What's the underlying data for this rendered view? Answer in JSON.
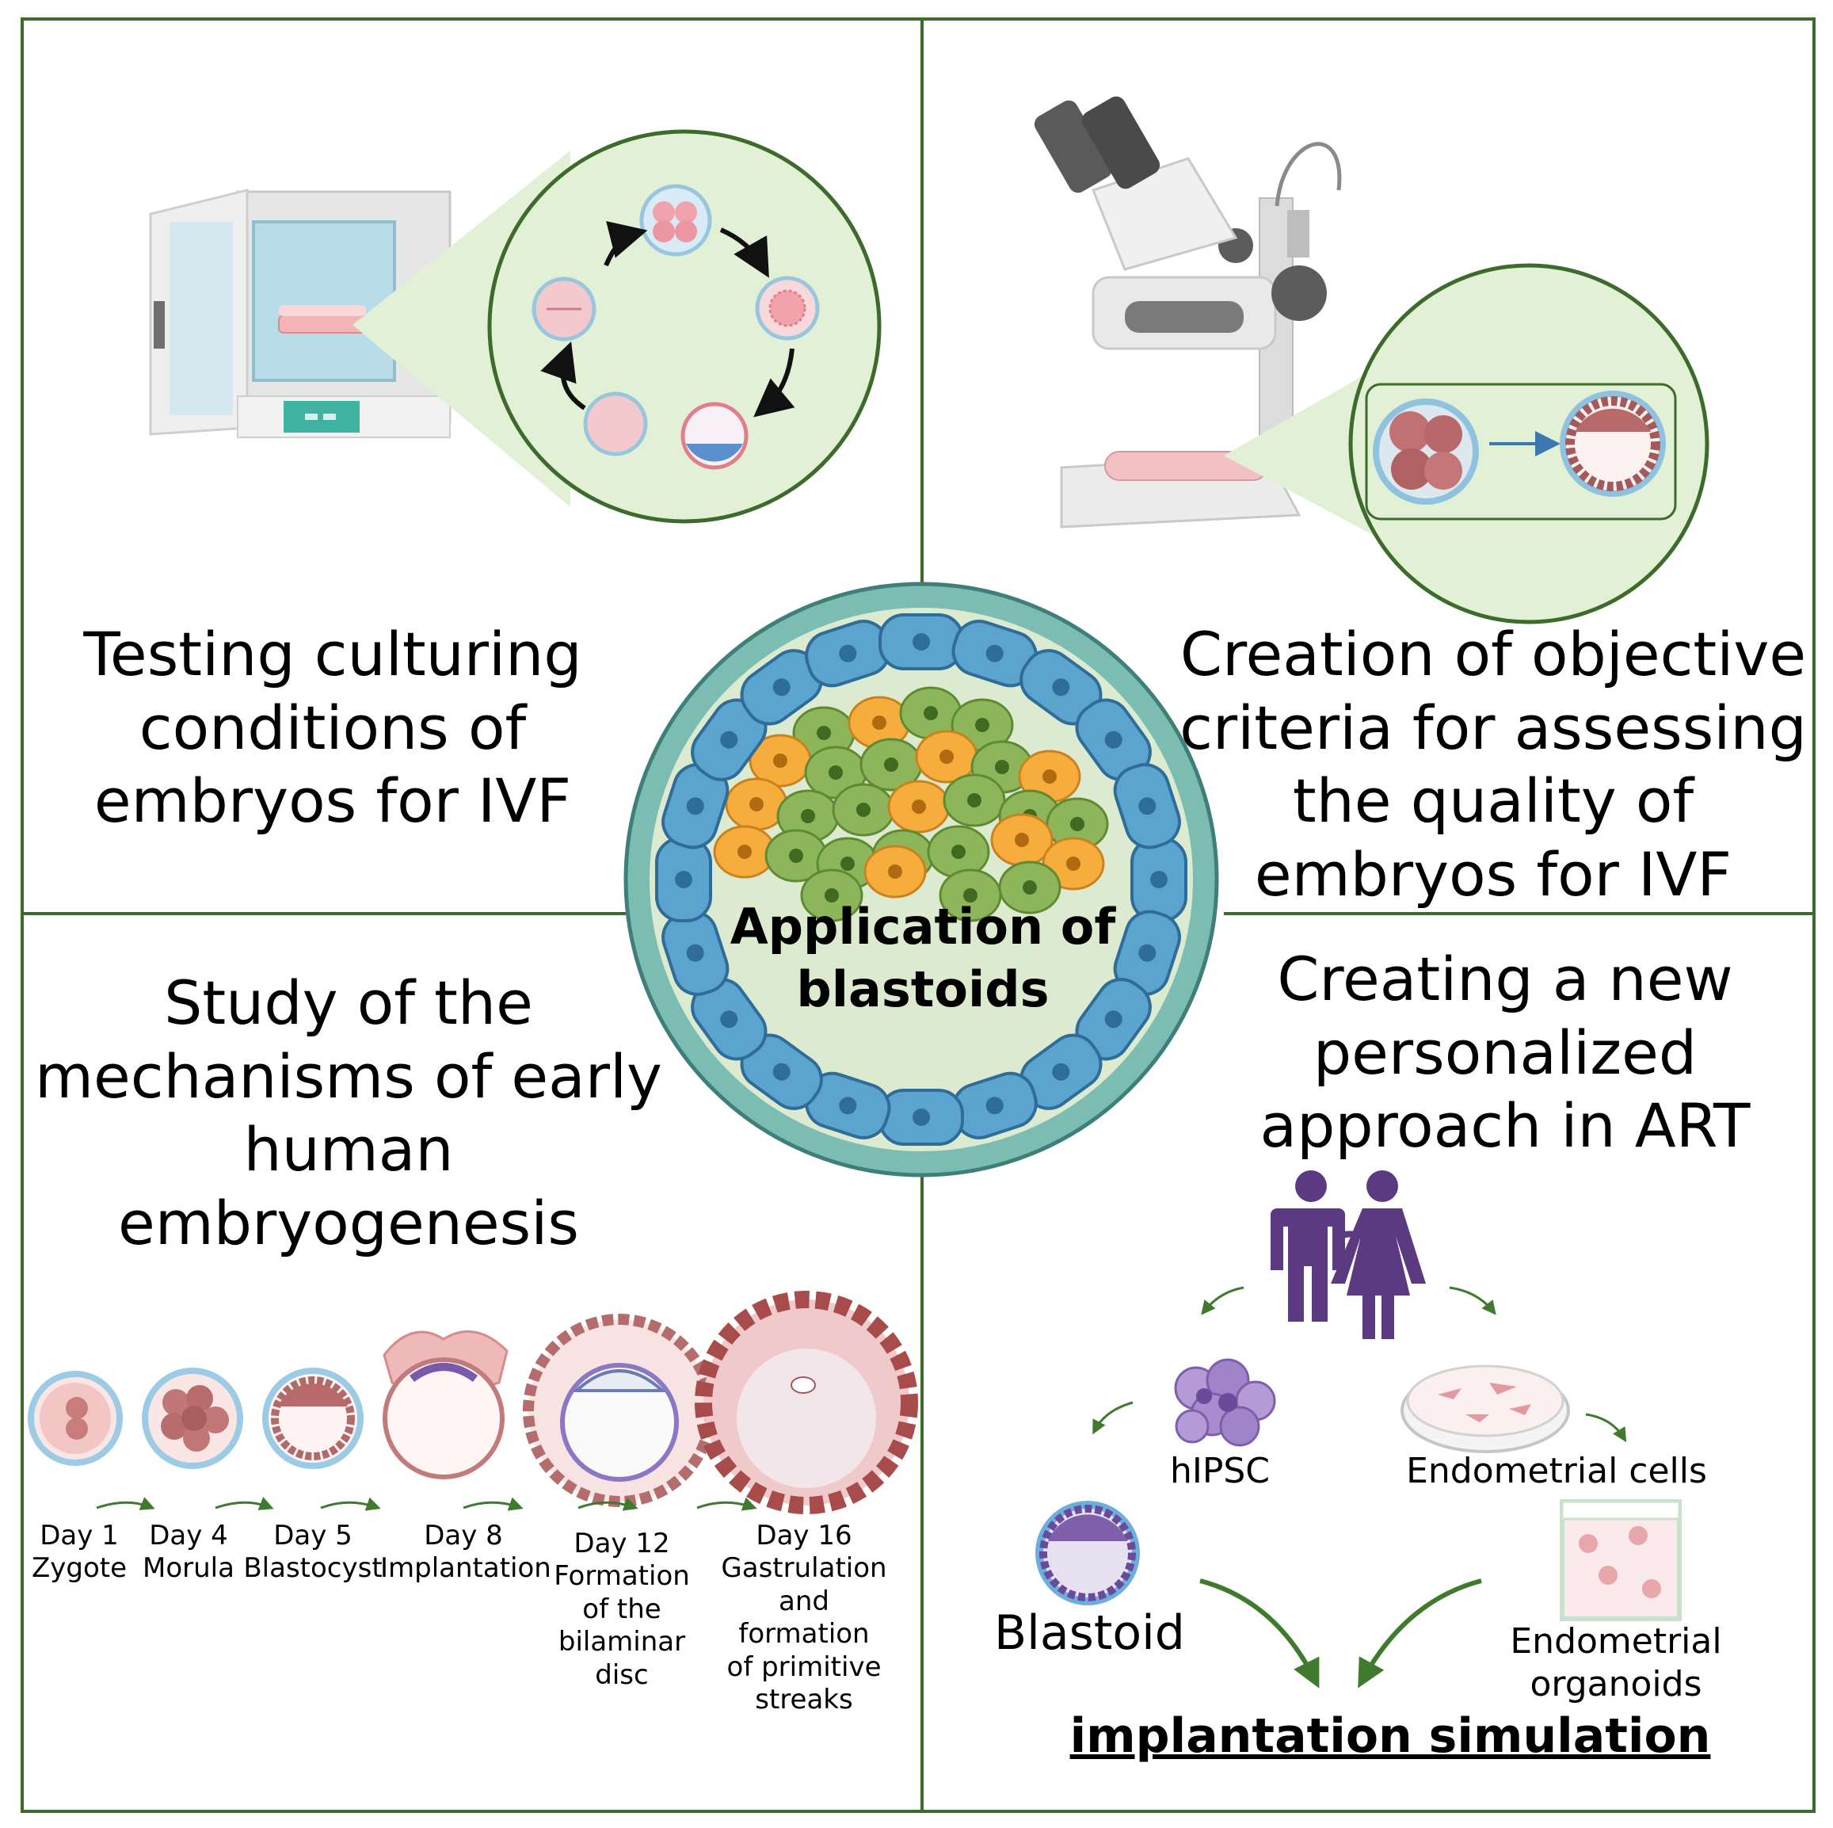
{
  "center": {
    "title": "Application of\nblastoids"
  },
  "quadrants": {
    "top_left": {
      "title": "Testing culturing\nconditions of\nembryos for IVF"
    },
    "top_right": {
      "title": "Creation of objective\ncriteria for assessing\nthe quality of\nembryos for IVF"
    },
    "bottom_left": {
      "title": "Study of the\nmechanisms of early\nhuman\nembryogenesis",
      "stages": [
        {
          "label": "Day 1\nZygote"
        },
        {
          "label": "Day 4\nMorula"
        },
        {
          "label": "Day 5\nBlastocyst"
        },
        {
          "label": "Day 8\nImplantation"
        },
        {
          "label": "Day 12\nFormation\nof the\nbilaminar\ndisc"
        },
        {
          "label": "Day 16\nGastrulation\nand\nformation\nof primitive\nstreaks"
        }
      ]
    },
    "bottom_right": {
      "title": "Creating a new\npersonalized\napproach in ART",
      "hipsc_label": "hIPSC",
      "endometrial_cells_label": "Endometrial cells",
      "blastoid_label": "Blastoid",
      "organoids_label": "Endometrial organoids",
      "simulation_label": "implantation simulation"
    }
  },
  "colors": {
    "frame": "#3d6b2c",
    "magnifier_fill": "#e2f0d6",
    "trophectoderm": "#5ba4d0",
    "inner_cell_green": "#8db65a",
    "inner_cell_orange": "#f6ad3c",
    "blastoid_rim": "#7bbcb3",
    "blastoid_inner": "#dcebd0",
    "embryo_pink": "#c47b7b",
    "embryo_zona": "#a6cde6",
    "couple": "#5b3a82",
    "hipsc": "#9a7cc4",
    "arrow_green": "#3f7a2e"
  }
}
